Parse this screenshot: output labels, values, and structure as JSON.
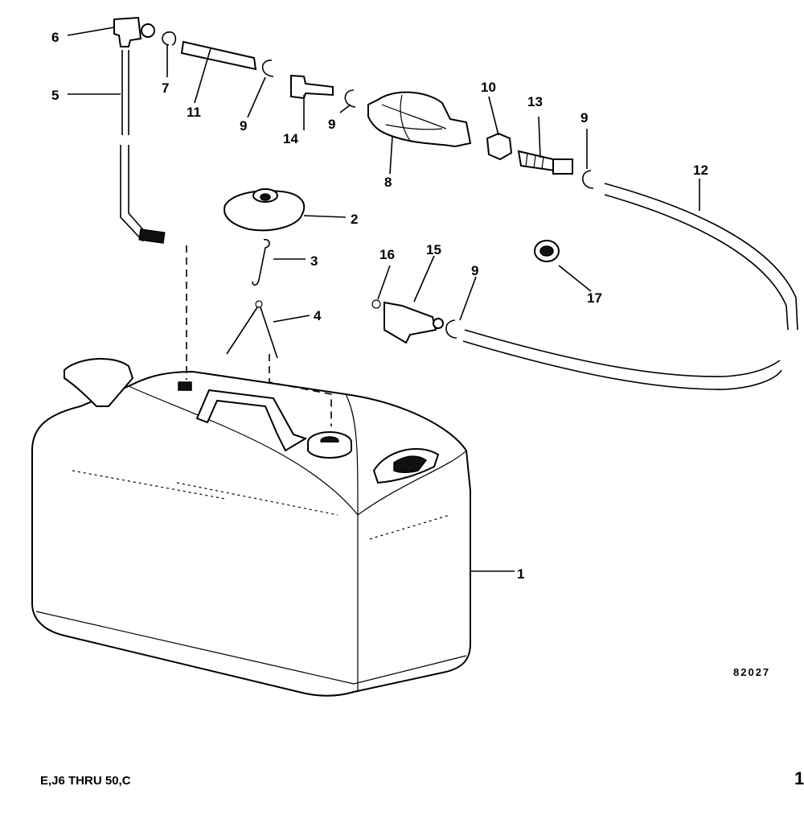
{
  "diagram": {
    "callouts": [
      {
        "id": "1",
        "text": "1"
      },
      {
        "id": "2",
        "text": "2"
      },
      {
        "id": "3",
        "text": "3"
      },
      {
        "id": "4",
        "text": "4"
      },
      {
        "id": "5",
        "text": "5"
      },
      {
        "id": "6",
        "text": "6"
      },
      {
        "id": "7",
        "text": "7"
      },
      {
        "id": "8",
        "text": "8"
      },
      {
        "id": "9a",
        "text": "9"
      },
      {
        "id": "9b",
        "text": "9"
      },
      {
        "id": "9c",
        "text": "9"
      },
      {
        "id": "9d",
        "text": "9"
      },
      {
        "id": "10",
        "text": "10"
      },
      {
        "id": "11",
        "text": "11"
      },
      {
        "id": "12",
        "text": "12"
      },
      {
        "id": "13",
        "text": "13"
      },
      {
        "id": "14",
        "text": "14"
      },
      {
        "id": "15",
        "text": "15"
      },
      {
        "id": "16",
        "text": "16"
      },
      {
        "id": "17",
        "text": "17"
      }
    ],
    "figure_code": "82027",
    "footer_text": "E,J6 THRU 50,C",
    "page_edge_mark": "1"
  }
}
